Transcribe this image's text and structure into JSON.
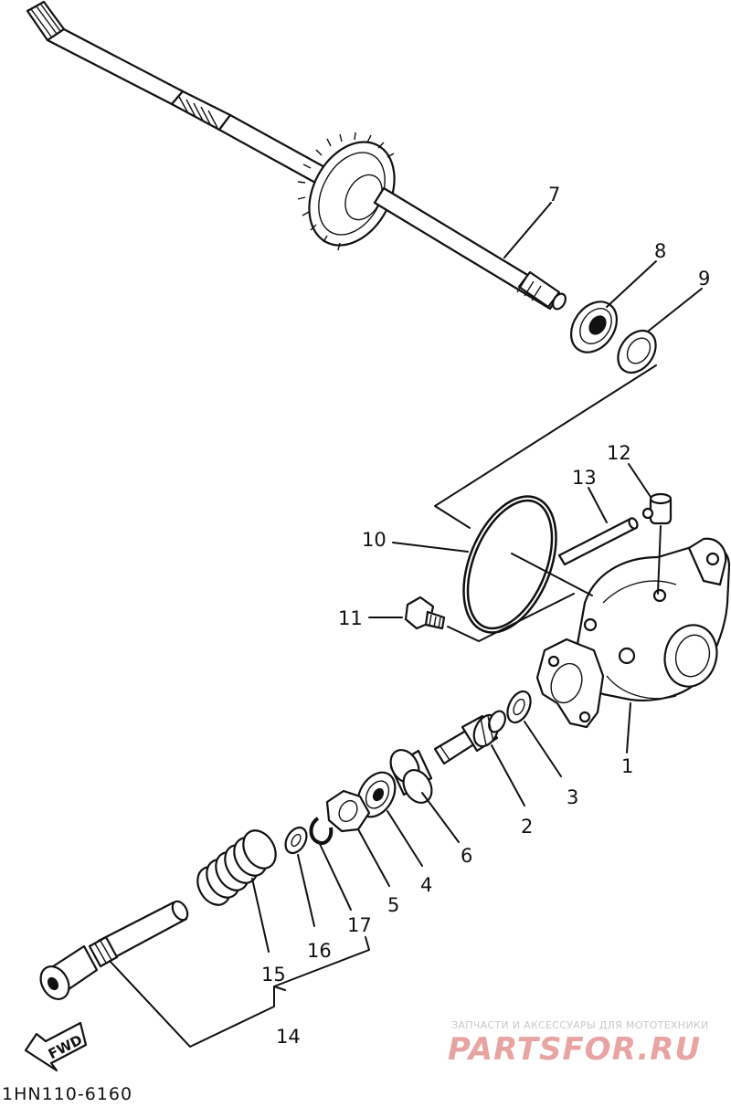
{
  "callouts": {
    "c1": "1",
    "c2": "2",
    "c3": "3",
    "c4": "4",
    "c5": "5",
    "c6": "6",
    "c7": "7",
    "c8": "8",
    "c9": "9",
    "c10": "10",
    "c11": "11",
    "c12": "12",
    "c13": "13",
    "c14": "14",
    "c15": "15",
    "c16": "16",
    "c17": "17"
  },
  "direction_label": "FWD",
  "drawing_code": "1HN110-6160",
  "watermark": {
    "tagline": "ЗАПЧАСТИ И АКСЕССУАРЫ ДЛЯ МОТОТЕХНИКИ",
    "brand": "PARTSFOR.RU"
  },
  "colors": {
    "line": "#111111",
    "background": "#ffffff",
    "watermark_brand": "#e8a3a3",
    "watermark_tagline": "#c9c9c9"
  }
}
